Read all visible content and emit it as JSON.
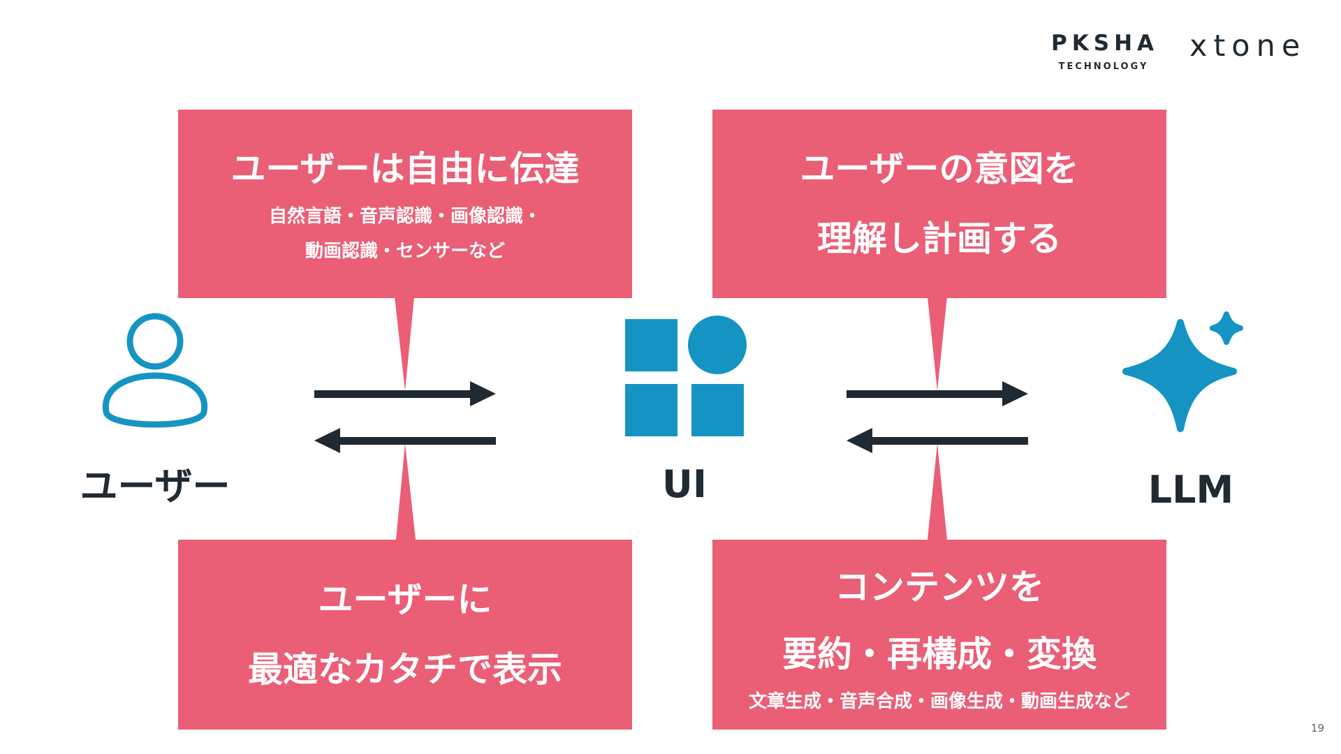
{
  "header": {
    "logo_pksha": "PKSHA",
    "logo_pksha_sub": "TECHNOLOGY",
    "logo_xtone": "xtone"
  },
  "boxes": {
    "top_left": {
      "title": "ユーザーは自由に伝達",
      "sub1": "自然言語・音声認識・画像認識・",
      "sub2": "動画認識・センサーなど"
    },
    "top_right": {
      "line1": "ユーザーの意図を",
      "line2": "理解し計画する"
    },
    "bottom_left": {
      "line1": "ユーザーに",
      "line2": "最適なカタチで表示"
    },
    "bottom_right": {
      "line1": "コンテンツを",
      "line2": "要約・再構成・変換",
      "sub": "文章生成・音声合成・画像生成・動画生成など"
    }
  },
  "nodes": {
    "user": "ユーザー",
    "ui": "UI",
    "llm": "LLM"
  },
  "colors": {
    "accent_pink": "#ea5e76",
    "icon_blue": "#1594c4",
    "arrow_dark": "#1f2a33"
  },
  "page_number": "19"
}
